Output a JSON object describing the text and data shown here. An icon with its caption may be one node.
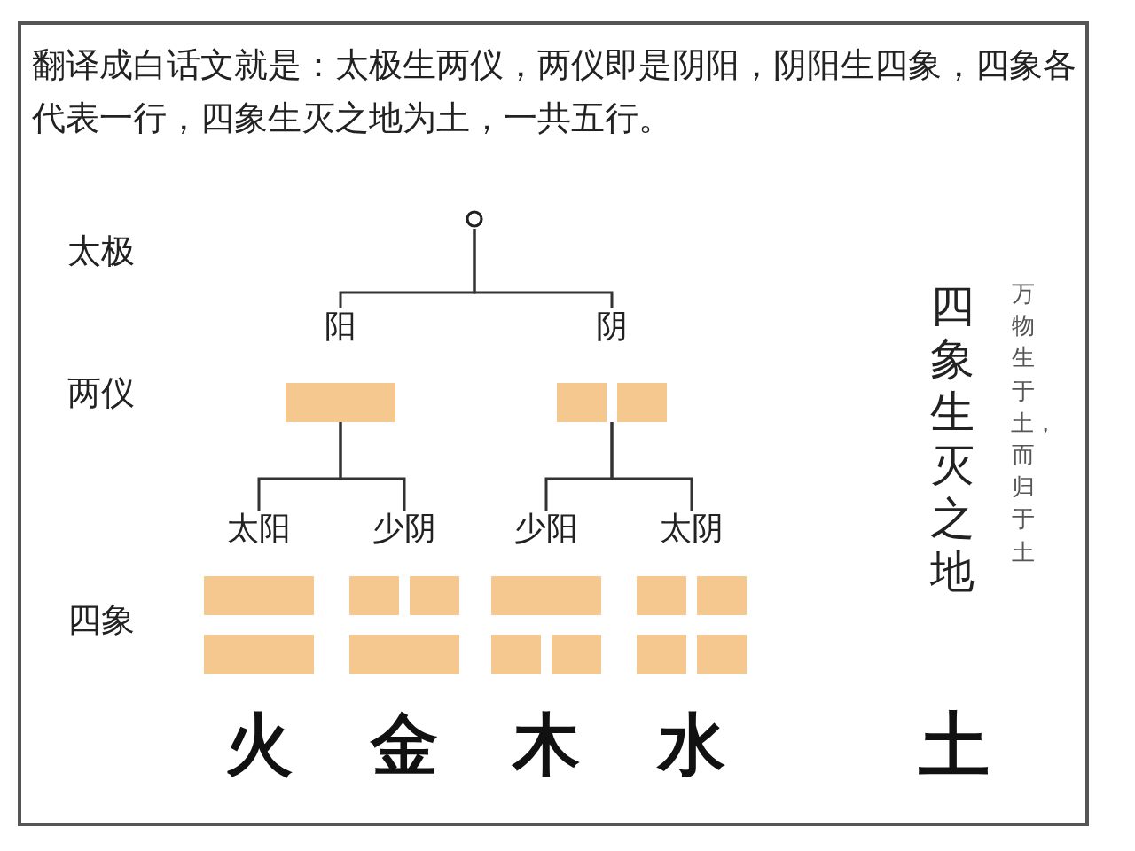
{
  "diagram": {
    "title": "翻译成白话文就是：太极生两仪，两仪即是阴阳，阴阳生四象，四象各代表一行，四象生灭之地为土，一共五行。",
    "nodes": [
      {
        "text": [],
        "shape": "circle"
      },
      {
        "text": [
          "阳"
        ]
      },
      {
        "text": [
          "阴"
        ]
      },
      {
        "text": [
          "太阳"
        ],
        "beside": [
          "火"
        ]
      },
      {
        "text": [
          "少阴"
        ],
        "beside": [
          "金"
        ]
      },
      {
        "text": [
          "少阳"
        ],
        "beside": [
          "木"
        ]
      },
      {
        "text": [
          "太阴"
        ],
        "beside": [
          "水"
        ]
      }
    ],
    "edges": [
      {
        "from": 0,
        "to": 1,
        "arrow": "none"
      },
      {
        "from": 0,
        "to": 2,
        "arrow": "none"
      },
      {
        "from": 1,
        "to": 3,
        "arrow": "none"
      },
      {
        "from": 1,
        "to": 4,
        "arrow": "none"
      },
      {
        "from": 2,
        "to": 5,
        "arrow": "none"
      },
      {
        "from": 2,
        "to": 6,
        "arrow": "none"
      }
    ],
    "labels": [
      "太极",
      "两仪",
      "四象",
      "四象生灭之地",
      "万物生于土，而归于土",
      "土"
    ]
  }
}
